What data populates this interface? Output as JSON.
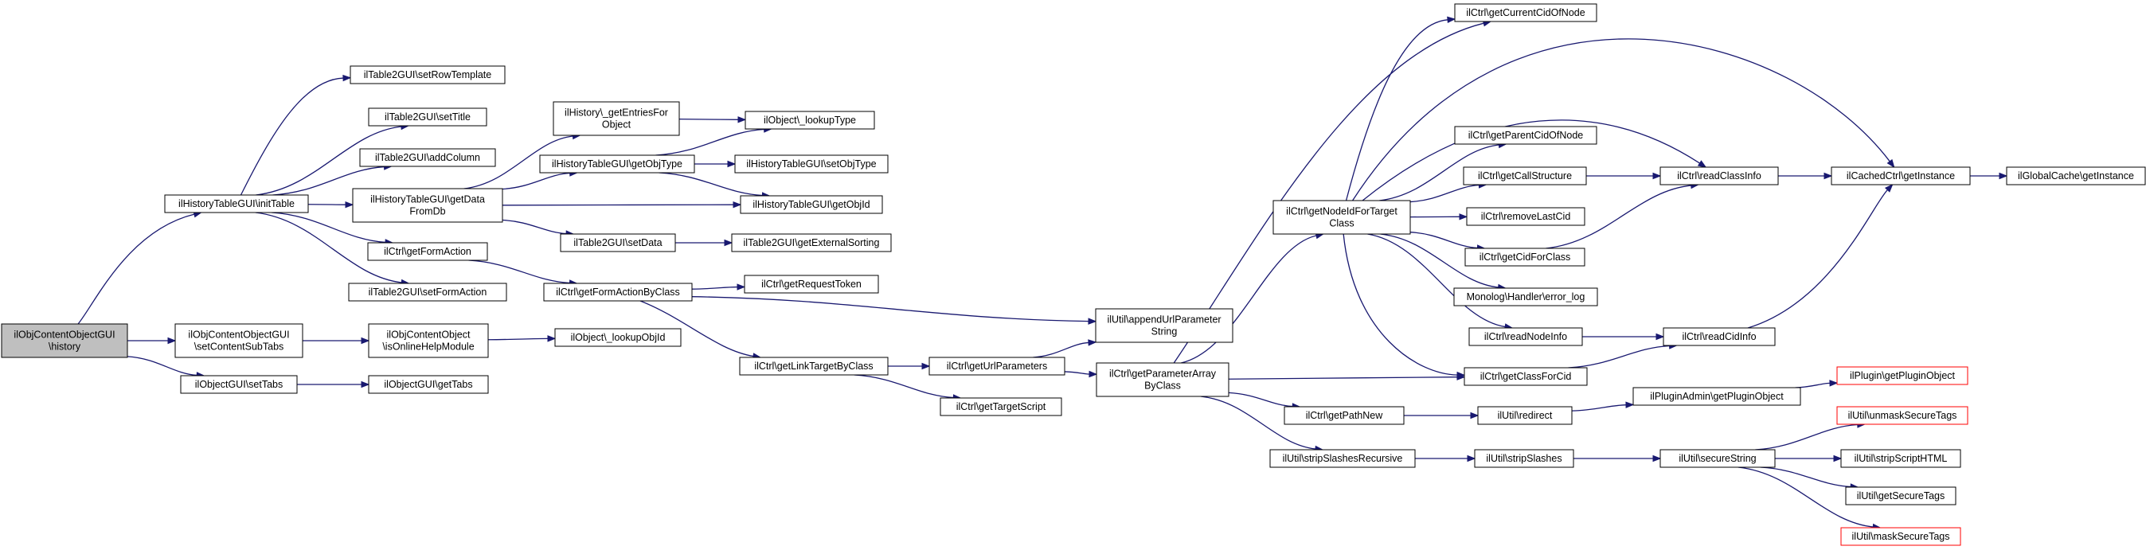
{
  "diagram": {
    "type": "call-graph",
    "colors": {
      "edge": "#191970",
      "root_fill": "#bfbfbf",
      "node_border": "#000000",
      "truncated_border": "#ff0000"
    },
    "nodes": [
      {
        "id": "root",
        "lines": [
          "ilObjContentObjectGUI",
          "\\history"
        ],
        "kind": "root"
      },
      {
        "id": "initTable",
        "lines": [
          "ilHistoryTableGUI\\initTable"
        ],
        "kind": "normal"
      },
      {
        "id": "setContentSubTabs",
        "lines": [
          "ilObjContentObjectGUI",
          "\\setContentSubTabs"
        ],
        "kind": "normal"
      },
      {
        "id": "setTabs",
        "lines": [
          "ilObjectGUI\\setTabs"
        ],
        "kind": "normal"
      },
      {
        "id": "setRowTemplate",
        "lines": [
          "ilTable2GUI\\setRowTemplate"
        ],
        "kind": "normal"
      },
      {
        "id": "setTitle",
        "lines": [
          "ilTable2GUI\\setTitle"
        ],
        "kind": "normal"
      },
      {
        "id": "addColumn",
        "lines": [
          "ilTable2GUI\\addColumn"
        ],
        "kind": "normal"
      },
      {
        "id": "getDataFromDb",
        "lines": [
          "ilHistoryTableGUI\\getData",
          "FromDb"
        ],
        "kind": "normal"
      },
      {
        "id": "getFormAction",
        "lines": [
          "ilCtrl\\getFormAction"
        ],
        "kind": "normal"
      },
      {
        "id": "setFormAction",
        "lines": [
          "ilTable2GUI\\setFormAction"
        ],
        "kind": "normal"
      },
      {
        "id": "isOnlineHelpModule",
        "lines": [
          "ilObjContentObject",
          "\\isOnlineHelpModule"
        ],
        "kind": "normal"
      },
      {
        "id": "getTabs",
        "lines": [
          "ilObjectGUI\\getTabs"
        ],
        "kind": "normal"
      },
      {
        "id": "getEntriesForObject",
        "lines": [
          "ilHistory\\_getEntriesFor",
          "Object"
        ],
        "kind": "normal"
      },
      {
        "id": "getObjType",
        "lines": [
          "ilHistoryTableGUI\\getObjType"
        ],
        "kind": "normal"
      },
      {
        "id": "setData",
        "lines": [
          "ilTable2GUI\\setData"
        ],
        "kind": "normal"
      },
      {
        "id": "getFormActionByClass",
        "lines": [
          "ilCtrl\\getFormActionByClass"
        ],
        "kind": "normal"
      },
      {
        "id": "lookupObjId",
        "lines": [
          "ilObject\\_lookupObjId"
        ],
        "kind": "normal"
      },
      {
        "id": "lookupType",
        "lines": [
          "ilObject\\_lookupType"
        ],
        "kind": "normal"
      },
      {
        "id": "setObjType",
        "lines": [
          "ilHistoryTableGUI\\setObjType"
        ],
        "kind": "normal"
      },
      {
        "id": "getObjId",
        "lines": [
          "ilHistoryTableGUI\\getObjId"
        ],
        "kind": "normal"
      },
      {
        "id": "getExternalSorting",
        "lines": [
          "ilTable2GUI\\getExternalSorting"
        ],
        "kind": "normal"
      },
      {
        "id": "getRequestToken",
        "lines": [
          "ilCtrl\\getRequestToken"
        ],
        "kind": "normal"
      },
      {
        "id": "getLinkTargetByClass",
        "lines": [
          "ilCtrl\\getLinkTargetByClass"
        ],
        "kind": "normal"
      },
      {
        "id": "appendUrlParameterString",
        "lines": [
          "ilUtil\\appendUrlParameter",
          "String"
        ],
        "kind": "normal"
      },
      {
        "id": "getUrlParameters",
        "lines": [
          "ilCtrl\\getUrlParameters"
        ],
        "kind": "normal"
      },
      {
        "id": "getTargetScript",
        "lines": [
          "ilCtrl\\getTargetScript"
        ],
        "kind": "normal"
      },
      {
        "id": "getParameterArrayByClass",
        "lines": [
          "ilCtrl\\getParameterArray",
          "ByClass"
        ],
        "kind": "normal"
      },
      {
        "id": "getNodeIdForTargetClass",
        "lines": [
          "ilCtrl\\getNodeIdForTarget",
          "Class"
        ],
        "kind": "normal"
      },
      {
        "id": "getPathNew",
        "lines": [
          "ilCtrl\\getPathNew"
        ],
        "kind": "normal"
      },
      {
        "id": "stripSlashesRecursive",
        "lines": [
          "ilUtil\\stripSlashesRecursive"
        ],
        "kind": "normal"
      },
      {
        "id": "getCurrentCidOfNode",
        "lines": [
          "ilCtrl\\getCurrentCidOfNode"
        ],
        "kind": "normal"
      },
      {
        "id": "getParentCidOfNode",
        "lines": [
          "ilCtrl\\getParentCidOfNode"
        ],
        "kind": "normal"
      },
      {
        "id": "getCallStructure",
        "lines": [
          "ilCtrl\\getCallStructure"
        ],
        "kind": "normal"
      },
      {
        "id": "removeLastCid",
        "lines": [
          "ilCtrl\\removeLastCid"
        ],
        "kind": "normal"
      },
      {
        "id": "getCidForClass",
        "lines": [
          "ilCtrl\\getCidForClass"
        ],
        "kind": "normal"
      },
      {
        "id": "errorLog",
        "lines": [
          "Monolog\\Handler\\error_log"
        ],
        "kind": "normal"
      },
      {
        "id": "readNodeInfo",
        "lines": [
          "ilCtrl\\readNodeInfo"
        ],
        "kind": "normal"
      },
      {
        "id": "getClassForCid",
        "lines": [
          "ilCtrl\\getClassForCid"
        ],
        "kind": "normal"
      },
      {
        "id": "redirect",
        "lines": [
          "ilUtil\\redirect"
        ],
        "kind": "normal"
      },
      {
        "id": "stripSlashes",
        "lines": [
          "ilUtil\\stripSlashes"
        ],
        "kind": "normal"
      },
      {
        "id": "readClassInfo",
        "lines": [
          "ilCtrl\\readClassInfo"
        ],
        "kind": "normal"
      },
      {
        "id": "readCidInfo",
        "lines": [
          "ilCtrl\\readCidInfo"
        ],
        "kind": "normal"
      },
      {
        "id": "getPluginObject",
        "lines": [
          "ilPluginAdmin\\getPluginObject"
        ],
        "kind": "normal"
      },
      {
        "id": "secureString",
        "lines": [
          "ilUtil\\secureString"
        ],
        "kind": "normal"
      },
      {
        "id": "cachedGetInstance",
        "lines": [
          "ilCachedCtrl\\getInstance"
        ],
        "kind": "normal"
      },
      {
        "id": "pluginGetPluginObject",
        "lines": [
          "ilPlugin\\getPluginObject"
        ],
        "kind": "truncated"
      },
      {
        "id": "unmaskSecureTags",
        "lines": [
          "ilUtil\\unmaskSecureTags"
        ],
        "kind": "truncated"
      },
      {
        "id": "stripScriptHTML",
        "lines": [
          "ilUtil\\stripScriptHTML"
        ],
        "kind": "normal"
      },
      {
        "id": "getSecureTags",
        "lines": [
          "ilUtil\\getSecureTags"
        ],
        "kind": "normal"
      },
      {
        "id": "maskSecureTags",
        "lines": [
          "ilUtil\\maskSecureTags"
        ],
        "kind": "truncated"
      },
      {
        "id": "globalCacheGetInstance",
        "lines": [
          "ilGlobalCache\\getInstance"
        ],
        "kind": "normal"
      }
    ],
    "edges": [
      [
        "root",
        "initTable"
      ],
      [
        "root",
        "setContentSubTabs"
      ],
      [
        "root",
        "setTabs"
      ],
      [
        "initTable",
        "setRowTemplate"
      ],
      [
        "initTable",
        "setTitle"
      ],
      [
        "initTable",
        "addColumn"
      ],
      [
        "initTable",
        "getDataFromDb"
      ],
      [
        "initTable",
        "getFormAction"
      ],
      [
        "initTable",
        "setFormAction"
      ],
      [
        "setContentSubTabs",
        "isOnlineHelpModule"
      ],
      [
        "setTabs",
        "getTabs"
      ],
      [
        "getDataFromDb",
        "getEntriesForObject"
      ],
      [
        "getDataFromDb",
        "getObjType"
      ],
      [
        "getDataFromDb",
        "getObjId"
      ],
      [
        "getDataFromDb",
        "setData"
      ],
      [
        "getFormAction",
        "getFormActionByClass"
      ],
      [
        "isOnlineHelpModule",
        "lookupObjId"
      ],
      [
        "getEntriesForObject",
        "lookupType"
      ],
      [
        "getObjType",
        "lookupType"
      ],
      [
        "getObjType",
        "setObjType"
      ],
      [
        "getObjType",
        "getObjId"
      ],
      [
        "setData",
        "getExternalSorting"
      ],
      [
        "getFormActionByClass",
        "getRequestToken"
      ],
      [
        "getFormActionByClass",
        "appendUrlParameterString"
      ],
      [
        "getFormActionByClass",
        "getLinkTargetByClass"
      ],
      [
        "getLinkTargetByClass",
        "getUrlParameters"
      ],
      [
        "getLinkTargetByClass",
        "getTargetScript"
      ],
      [
        "getUrlParameters",
        "appendUrlParameterString"
      ],
      [
        "getUrlParameters",
        "getParameterArrayByClass"
      ],
      [
        "getParameterArrayByClass",
        "getNodeIdForTargetClass"
      ],
      [
        "getParameterArrayByClass",
        "getCurrentCidOfNode"
      ],
      [
        "getParameterArrayByClass",
        "getClassForCid"
      ],
      [
        "getParameterArrayByClass",
        "getPathNew"
      ],
      [
        "getParameterArrayByClass",
        "stripSlashesRecursive"
      ],
      [
        "getNodeIdForTargetClass",
        "getCurrentCidOfNode"
      ],
      [
        "getNodeIdForTargetClass",
        "getParentCidOfNode"
      ],
      [
        "getNodeIdForTargetClass",
        "getCallStructure"
      ],
      [
        "getNodeIdForTargetClass",
        "removeLastCid"
      ],
      [
        "getNodeIdForTargetClass",
        "getCidForClass"
      ],
      [
        "getNodeIdForTargetClass",
        "errorLog"
      ],
      [
        "getNodeIdForTargetClass",
        "readNodeInfo"
      ],
      [
        "getNodeIdForTargetClass",
        "getClassForCid"
      ],
      [
        "getNodeIdForTargetClass",
        "readClassInfo"
      ],
      [
        "getNodeIdForTargetClass",
        "cachedGetInstance"
      ],
      [
        "getCallStructure",
        "readClassInfo"
      ],
      [
        "getCidForClass",
        "readClassInfo"
      ],
      [
        "readNodeInfo",
        "readCidInfo"
      ],
      [
        "getClassForCid",
        "readCidInfo"
      ],
      [
        "readClassInfo",
        "cachedGetInstance"
      ],
      [
        "readCidInfo",
        "cachedGetInstance"
      ],
      [
        "cachedGetInstance",
        "globalCacheGetInstance"
      ],
      [
        "getPathNew",
        "redirect"
      ],
      [
        "redirect",
        "getPluginObject"
      ],
      [
        "getPluginObject",
        "pluginGetPluginObject"
      ],
      [
        "stripSlashesRecursive",
        "stripSlashes"
      ],
      [
        "stripSlashes",
        "secureString"
      ],
      [
        "secureString",
        "unmaskSecureTags"
      ],
      [
        "secureString",
        "stripScriptHTML"
      ],
      [
        "secureString",
        "getSecureTags"
      ],
      [
        "secureString",
        "maskSecureTags"
      ]
    ]
  }
}
